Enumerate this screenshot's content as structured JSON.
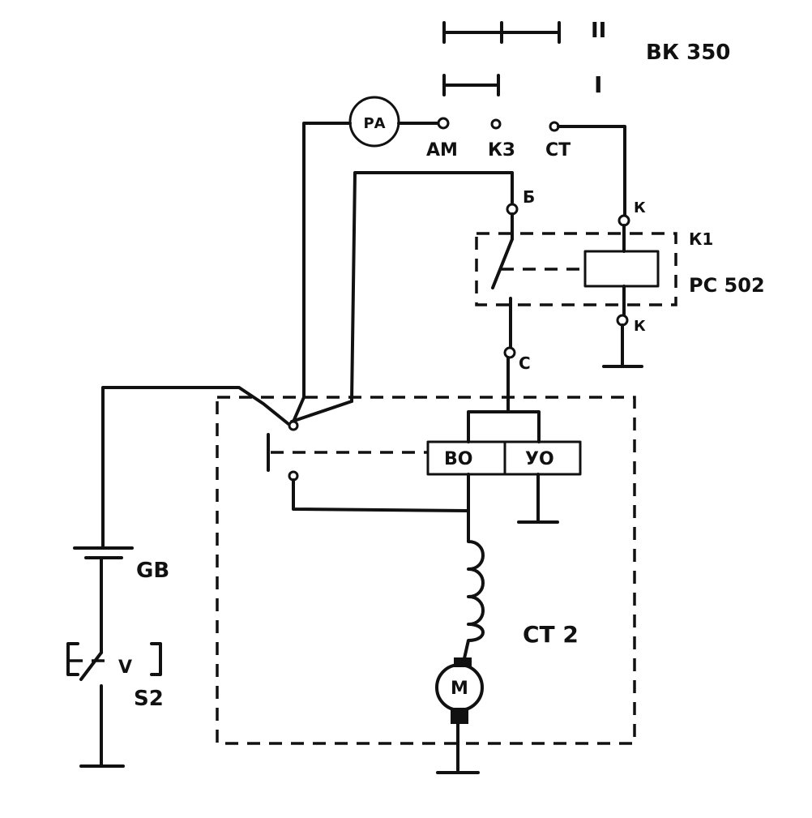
{
  "labels": {
    "model": "ВК 350",
    "position_II": "II",
    "position_I": "I",
    "terminal_am": "АМ",
    "terminal_kz": "КЗ",
    "terminal_st": "СТ",
    "terminal_b": "Б",
    "terminal_k_top": "К",
    "relay_name": "К1",
    "relay_model": "РС 502",
    "terminal_k_bottom": "К",
    "terminal_c": "С",
    "winding_vo": "ВО",
    "winding_uo": "УО",
    "ammeter": "РА",
    "battery": "GB",
    "switch_v": "V",
    "switch_name": "S2",
    "starter": "СТ 2",
    "motor": "М"
  }
}
